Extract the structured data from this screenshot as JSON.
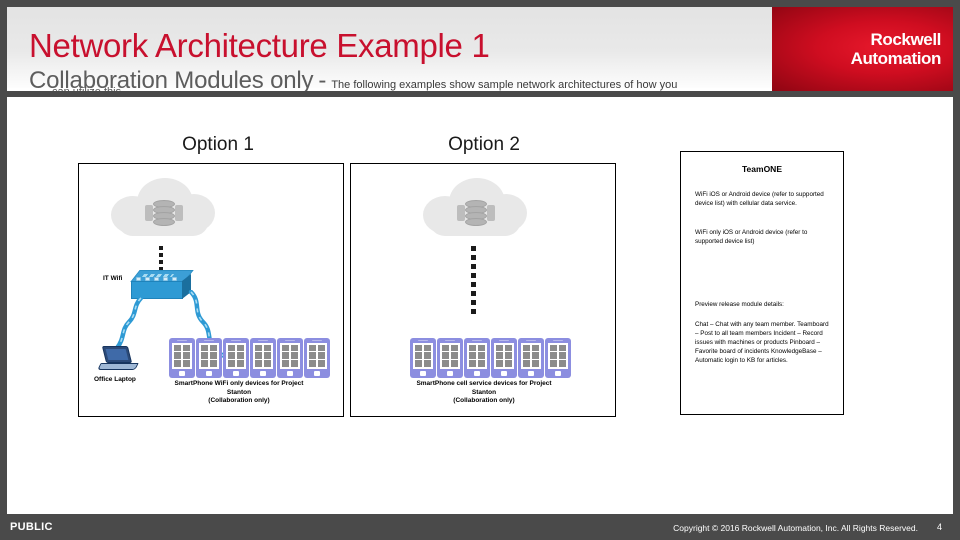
{
  "header": {
    "title": "Network Architecture Example 1",
    "subtitle": "Collaboration Modules only",
    "subtitle_dash": "-",
    "subtitle_note": "The following examples show sample network architectures of how you",
    "subtitle_clipped": "can utilize this",
    "logo_line1": "Rockwell",
    "logo_line2": "Automation",
    "brand_red": "#c8102e",
    "frame_gray": "#4a4a4a"
  },
  "options": [
    {
      "heading": "Option 1",
      "cloud_icon": "cloud-database-icon",
      "switch_label": "IT Wifi",
      "laptop_label": "Office Laptop",
      "phone_count": 6,
      "caption_line1": "SmartPhone WiFi only devices for Project",
      "caption_line2": "Stanton",
      "caption_line3": "(Collaboration only)"
    },
    {
      "heading": "Option 2",
      "cloud_icon": "cloud-database-icon",
      "phone_count": 6,
      "caption_line1": "SmartPhone cell service devices for Project",
      "caption_line2": "Stanton",
      "caption_line3": "(Collaboration only)"
    }
  ],
  "teamone": {
    "title": "TeamONE",
    "para1": "WiFi iOS or Android device (refer to supported device list) with cellular data service.",
    "para2": "WiFi only iOS or Android device (refer to supported device list)",
    "para3": "Preview release module details:",
    "para4": "Chat – Chat with any team member. Teamboard – Post to all team members Incident – Record issues with machines or products Pinboard – Favorite board of incidents KnowledgeBase – Automatic login to KB for articles."
  },
  "footer": {
    "classification": "PUBLIC",
    "copyright": "Copyright © 2016 Rockwell Automation, Inc. All Rights Reserved.",
    "page_number": "4"
  }
}
